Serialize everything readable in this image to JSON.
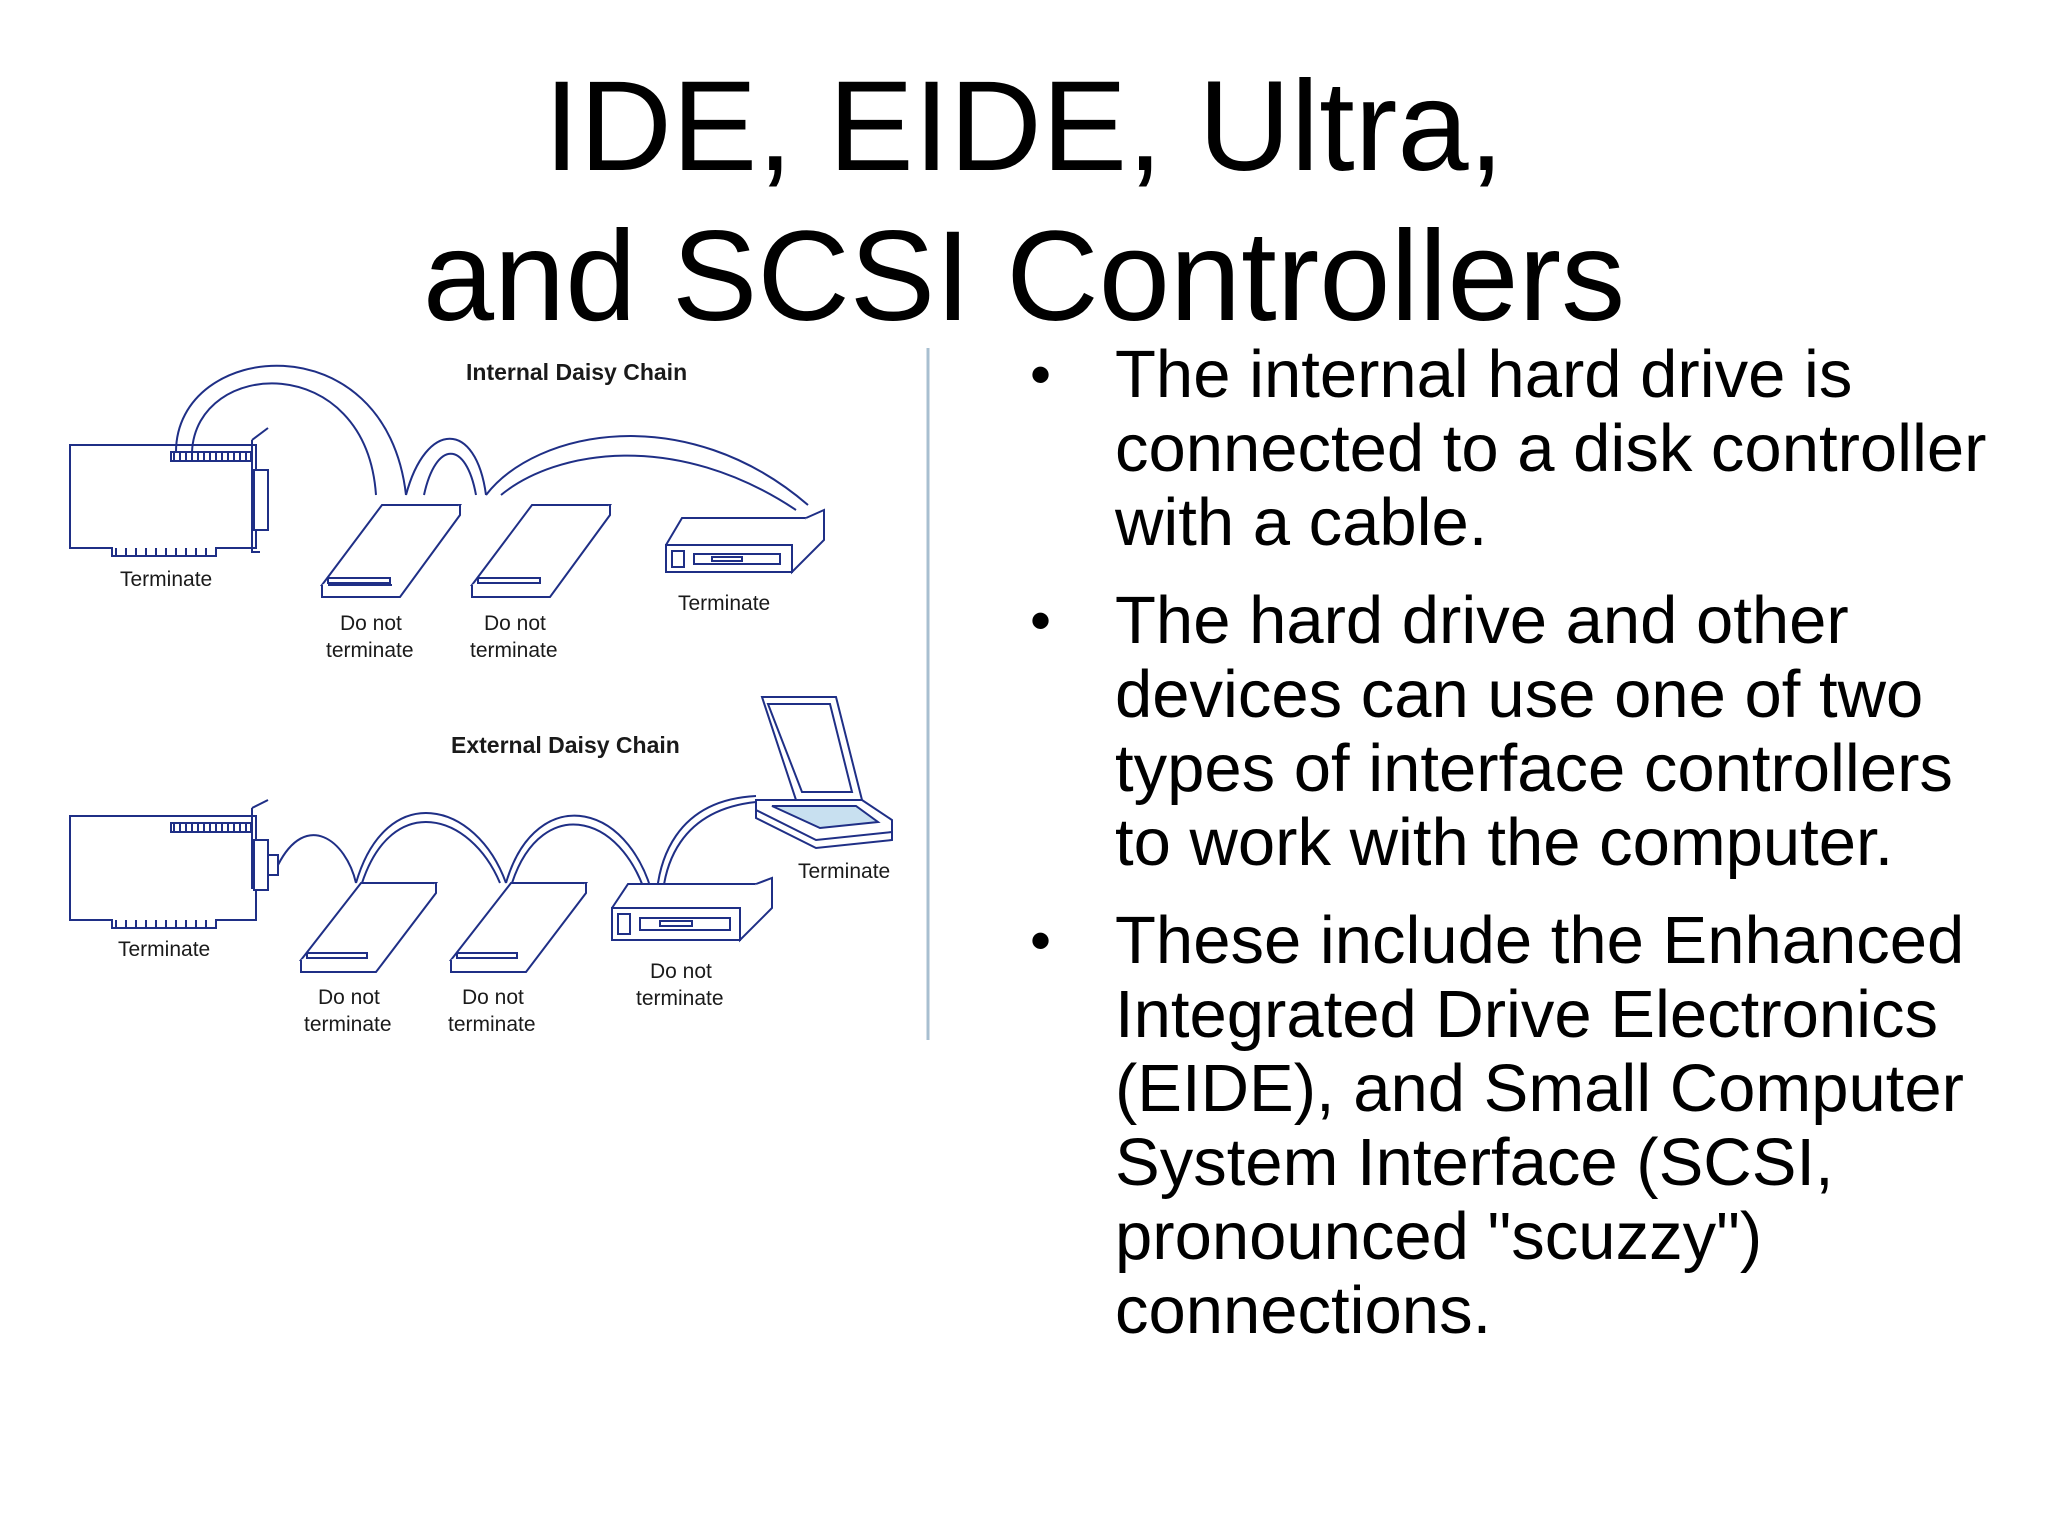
{
  "title": {
    "line1": "IDE, EIDE, Ultra,",
    "line2": "and SCSI Controllers"
  },
  "diagram": {
    "internal": {
      "heading": "Internal Daisy Chain",
      "labels": [
        {
          "line1": "Terminate",
          "line2": ""
        },
        {
          "line1": "Do not",
          "line2": "terminate"
        },
        {
          "line1": "Do not",
          "line2": "terminate"
        },
        {
          "line1": "Terminate",
          "line2": ""
        }
      ]
    },
    "external": {
      "heading": "External Daisy Chain",
      "labels": [
        {
          "line1": "Terminate",
          "line2": ""
        },
        {
          "line1": "Do not",
          "line2": "terminate"
        },
        {
          "line1": "Do not",
          "line2": "terminate"
        },
        {
          "line1": "Do not",
          "line2": "terminate"
        },
        {
          "line1": "Terminate",
          "line2": ""
        }
      ]
    },
    "colors": {
      "line": "#1f2f86",
      "fill": "#ffffff",
      "screen": "#c8e0f0",
      "divider": "#a8bfd0"
    }
  },
  "bullets": [
    "The internal hard drive is connected to a disk controller with a cable.",
    "The hard drive and other devices can use one of two types of interface controllers to work with the computer.",
    "These include the Enhanced Integrated Drive Electronics (EIDE), and Small Computer System Interface (SCSI, pronounced \"scuzzy\") connections."
  ],
  "bullet_glyph": "•"
}
